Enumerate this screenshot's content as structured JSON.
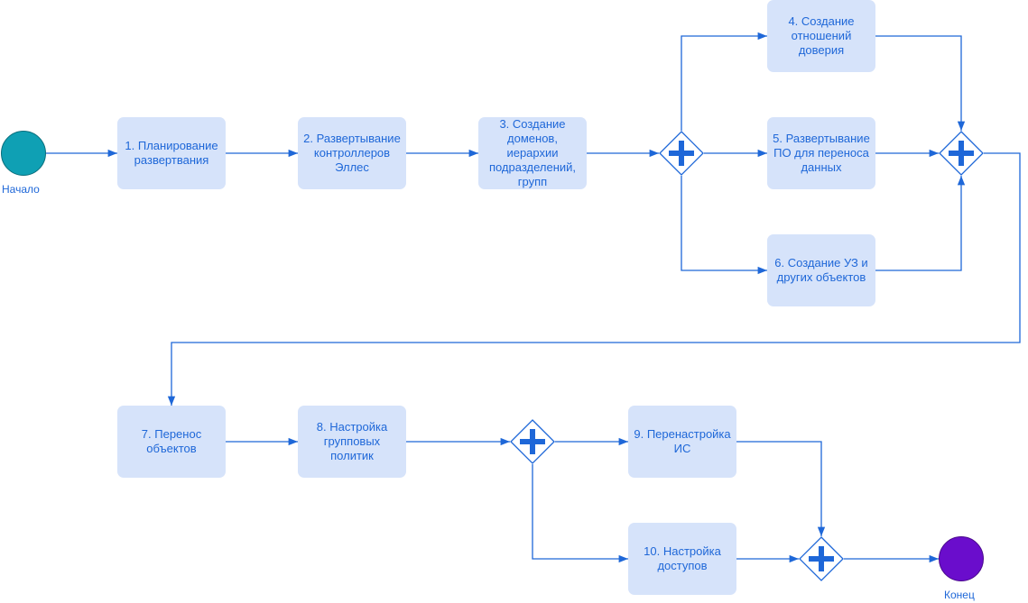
{
  "events": {
    "start": {
      "label": "Начало",
      "color": "#0fa0b4"
    },
    "end": {
      "label": "Конец",
      "color": "#6a0dcc"
    }
  },
  "tasks": [
    {
      "id": "t1",
      "label": "1. Планирование\nразвертвания"
    },
    {
      "id": "t2",
      "label": "2. Развертывание\nконтроллеров\nЭллес"
    },
    {
      "id": "t3",
      "label": "3. Создание\nдоменов,\nиерархии\nподразделений,\nгрупп"
    },
    {
      "id": "t4",
      "label": "4. Создание\nотношений\nдоверия"
    },
    {
      "id": "t5",
      "label": "5. Развертывание\nПО для переноса\nданных"
    },
    {
      "id": "t6",
      "label": "6. Создание УЗ и\nдругих объектов"
    },
    {
      "id": "t7",
      "label": "7. Перенос\nобъектов"
    },
    {
      "id": "t8",
      "label": "8. Настройка\nгрупповых\nполитик"
    },
    {
      "id": "t9",
      "label": "9. Перенастройка\nИС"
    },
    {
      "id": "t10",
      "label": "10. Настройка\nдоступов"
    }
  ],
  "gateways": [
    {
      "id": "g1",
      "type": "parallel-split"
    },
    {
      "id": "g2",
      "type": "parallel-join"
    },
    {
      "id": "g3",
      "type": "parallel-split"
    },
    {
      "id": "g4",
      "type": "parallel-join"
    }
  ],
  "flows": [
    [
      "start",
      "t1"
    ],
    [
      "t1",
      "t2"
    ],
    [
      "t2",
      "t3"
    ],
    [
      "t3",
      "g1"
    ],
    [
      "g1",
      "t4"
    ],
    [
      "g1",
      "t5"
    ],
    [
      "g1",
      "t6"
    ],
    [
      "t4",
      "g2"
    ],
    [
      "t5",
      "g2"
    ],
    [
      "t6",
      "g2"
    ],
    [
      "g2",
      "t7"
    ],
    [
      "t7",
      "t8"
    ],
    [
      "t8",
      "g3"
    ],
    [
      "g3",
      "t9"
    ],
    [
      "g3",
      "t10"
    ],
    [
      "t9",
      "g4"
    ],
    [
      "t10",
      "g4"
    ],
    [
      "g4",
      "end"
    ]
  ],
  "colors": {
    "accent": "#1e67d8",
    "task_fill": "#d6e3fa"
  }
}
